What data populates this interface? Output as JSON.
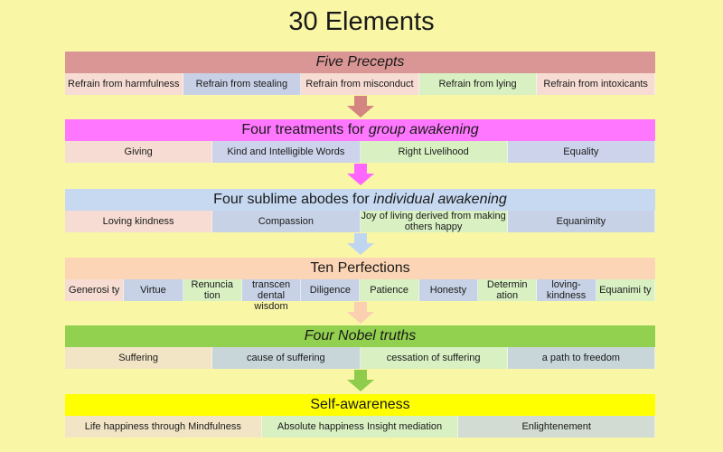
{
  "title": "30 Elements",
  "sections": [
    {
      "title_plain": "",
      "title_italic": "Five Precepts",
      "header_color": "#d99694",
      "arrow_color": "#d5857f",
      "cells": [
        {
          "label": "Refrain from harmfulness",
          "color": "#f6dcd2"
        },
        {
          "label": "Refrain from  stealing",
          "color": "#c8d0e6"
        },
        {
          "label": "Refrain from misconduct",
          "color": "#f6dcd2"
        },
        {
          "label": "Refrain from lying",
          "color": "#d8f0c2"
        },
        {
          "label": "Refrain from intoxicants",
          "color": "#f6dcd2"
        }
      ]
    },
    {
      "title_plain": "Four treatments for ",
      "title_italic": "group awakening",
      "header_color": "#ff77ff",
      "arrow_color": "#ff66ff",
      "cells": [
        {
          "label": "Giving",
          "color": "#f6dcd2"
        },
        {
          "label": "Kind and Intelligible Words",
          "color": "#ccd3ea"
        },
        {
          "label": "Right Livelihood",
          "color": "#d8f0c2"
        },
        {
          "label": "Equality",
          "color": "#ccd3ea"
        }
      ]
    },
    {
      "title_plain": "Four sublime abodes for ",
      "title_italic": "individual  awakening",
      "header_color": "#c6d9f1",
      "arrow_color": "#c0d6f0",
      "cells": [
        {
          "label": "Loving kindness",
          "color": "#f6dcd2"
        },
        {
          "label": "Compassion",
          "color": "#c8d2e6"
        },
        {
          "label": "Joy of living derived from making others happy",
          "color": "#d8f0c2"
        },
        {
          "label": "Equanimity",
          "color": "#c8d2e6"
        }
      ]
    },
    {
      "title_plain": "Ten Perfections",
      "title_italic": "",
      "header_color": "#fbd5b5",
      "arrow_color": "#fbd0b0",
      "cells": [
        {
          "label": "Generosi ty",
          "color": "#f6dcd2"
        },
        {
          "label": "Virtue",
          "color": "#c8d2e6"
        },
        {
          "label": "Renuncia tion",
          "color": "#d8f0c2"
        },
        {
          "label": "transcen dental wisdom",
          "color": "#c8d2e6"
        },
        {
          "label": "Diligence",
          "color": "#c8d2e6"
        },
        {
          "label": "Patience",
          "color": "#d8f0c2"
        },
        {
          "label": "Honesty",
          "color": "#c8d2e6"
        },
        {
          "label": "Determin ation",
          "color": "#d8f0c2"
        },
        {
          "label": "loving-kindness",
          "color": "#c8d2e6"
        },
        {
          "label": "Equanimi ty",
          "color": "#d8f0c2"
        }
      ]
    },
    {
      "title_plain": "",
      "title_italic": "Four Nobel  truths",
      "header_color": "#92d050",
      "arrow_color": "#8fcc4c",
      "cells": [
        {
          "label": "Suffering",
          "color": "#f2e5c6"
        },
        {
          "label": "cause of suffering",
          "color": "#c8d6da"
        },
        {
          "label": "cessation of suffering",
          "color": "#d8f0c2"
        },
        {
          "label": "a path to freedom",
          "color": "#c8d6da"
        }
      ]
    },
    {
      "title_plain": "Self-awareness",
      "title_italic": "",
      "header_color": "#ffff00",
      "arrow_color": "",
      "cells": [
        {
          "label": "Life  happiness through Mindfulness",
          "color": "#f2e5c6"
        },
        {
          "label": "Absolute  happiness Insight mediation",
          "color": "#d8f0c2"
        },
        {
          "label": "Enlightenement",
          "color": "#d2dcd2"
        }
      ]
    }
  ]
}
